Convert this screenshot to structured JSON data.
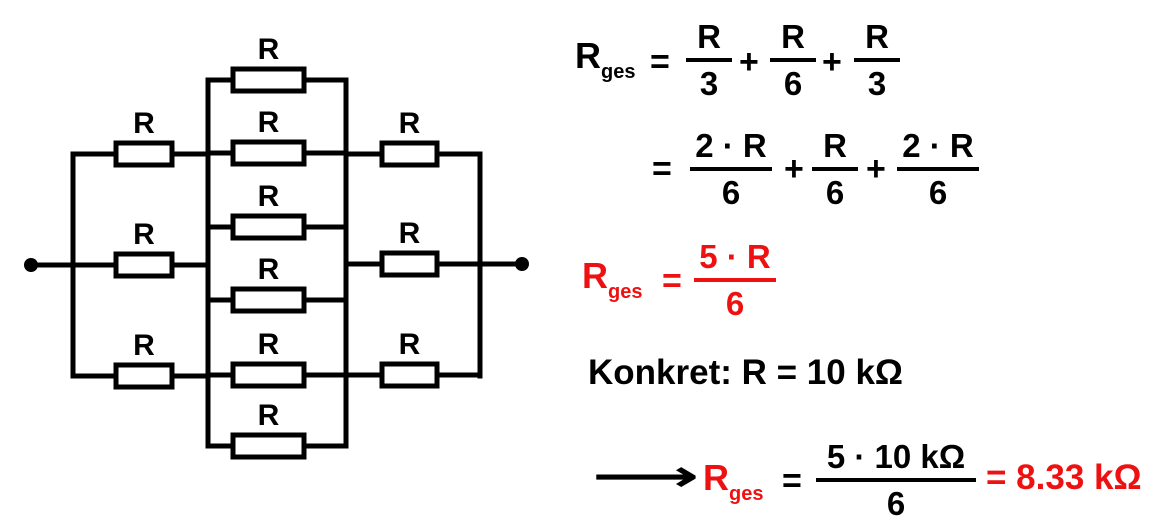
{
  "colors": {
    "ink": "#000000",
    "highlight": "#ee1111",
    "background": "#ffffff"
  },
  "circuit": {
    "resistor_label": "R",
    "terminals": [
      "left-terminal",
      "right-terminal"
    ],
    "groups": [
      {
        "name": "left-parallel-group",
        "count": 3,
        "labels": [
          "R",
          "R",
          "R"
        ]
      },
      {
        "name": "middle-parallel-group",
        "count": 6,
        "labels": [
          "R",
          "R",
          "R",
          "R",
          "R",
          "R"
        ]
      },
      {
        "name": "right-parallel-group",
        "count": 3,
        "labels": [
          "R",
          "R",
          "R"
        ]
      }
    ]
  },
  "equations": {
    "line1": {
      "lhs_main": "R",
      "lhs_sub": "ges",
      "eq": "=",
      "terms": [
        {
          "num": "R",
          "den": "3"
        },
        {
          "num": "R",
          "den": "6"
        },
        {
          "num": "R",
          "den": "3"
        }
      ],
      "ops": [
        "+",
        "+"
      ]
    },
    "line2": {
      "eq": "=",
      "terms": [
        {
          "num": "2 · R",
          "den": "6"
        },
        {
          "num": "R",
          "den": "6"
        },
        {
          "num": "2 · R",
          "den": "6"
        }
      ],
      "ops": [
        "+",
        "+"
      ]
    },
    "line3": {
      "lhs_main": "R",
      "lhs_sub": "ges",
      "eq": "=",
      "term": {
        "num": "5 · R",
        "den": "6"
      }
    },
    "line4": {
      "text": "Konkret: R = 10 kΩ"
    },
    "line5": {
      "arrow": "⟶",
      "lhs_main": "R",
      "lhs_sub": "ges",
      "eq": "=",
      "term": {
        "num": "5 · 10 kΩ",
        "den": "6"
      },
      "result": "= 8.33 kΩ"
    }
  }
}
